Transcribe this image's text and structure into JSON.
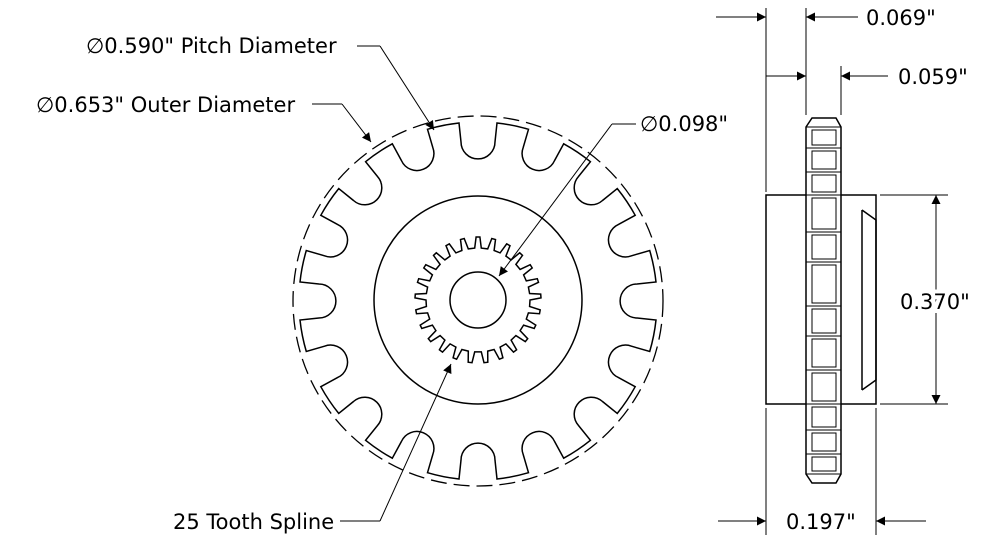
{
  "labels": {
    "pitch_diameter": "∅0.590\" Pitch Diameter",
    "outer_diameter": "∅0.653\" Outer Diameter",
    "bore_diameter": "∅0.098\"",
    "spline": "25 Tooth Spline",
    "dim_top_width": "0.069\"",
    "dim_tooth_width": "0.059\"",
    "dim_hub_height": "0.370\"",
    "dim_total_width": "0.197\""
  },
  "gear": {
    "teeth": 16,
    "spline_teeth": 25
  },
  "colors": {
    "line": "#000000",
    "background": "#ffffff"
  }
}
